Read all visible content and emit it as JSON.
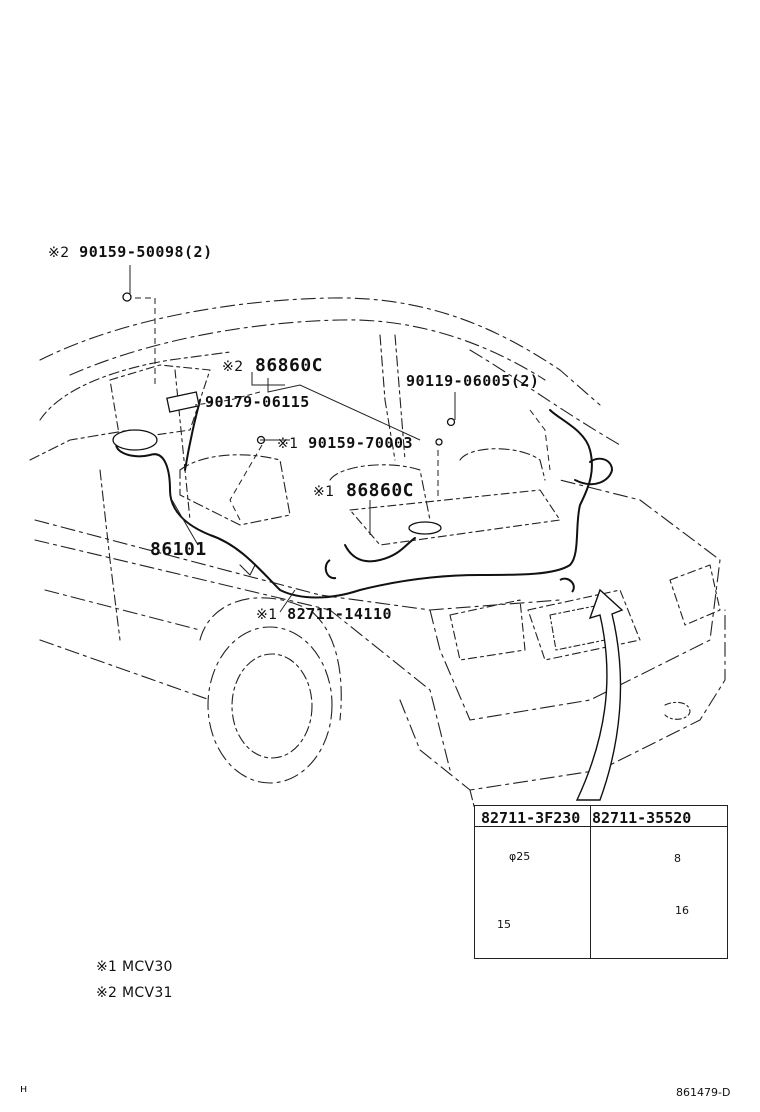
{
  "note_marks": {
    "mark1": "※1",
    "mark2": "※2"
  },
  "labels": {
    "part_90159_50098": "90159-50098(2)",
    "part_86860C_a": "86860C",
    "part_90179_06115": "90179-06115",
    "part_90119_06005": "90119-06005(2)",
    "part_90159_70003": "90159-70003",
    "part_86860C_b": "86860C",
    "part_86101": "86101",
    "part_82711_14110": "82711-14110"
  },
  "inset": {
    "left_part": "82711-3F230",
    "right_part": "82711-35520",
    "dim_a": "15",
    "dim_b": "8",
    "dim_c": "16",
    "dim_d": "φ25"
  },
  "legend": [
    {
      "mark": "※1",
      "text": "MCV30"
    },
    {
      "mark": "※2",
      "text": "MCV31"
    }
  ],
  "corner_mark": "н",
  "drawing_code": "861479-D"
}
